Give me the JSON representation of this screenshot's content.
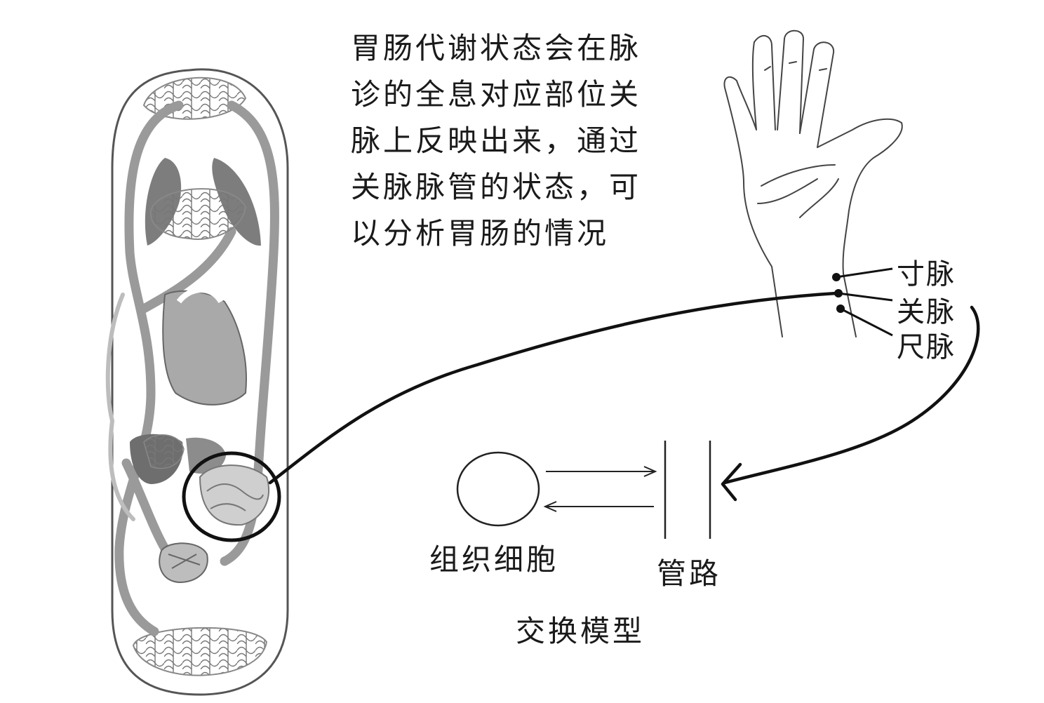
{
  "caption": {
    "lines": [
      "胃肠代谢状态会在脉",
      "诊的全息对应部位关",
      "脉上反映出来，通过",
      "关脉脉管的状态，可",
      "以分析胃肠的情况"
    ]
  },
  "pulse_points": {
    "cun": "寸脉",
    "guan": "关脉",
    "chi": "尺脉"
  },
  "exchange_model": {
    "tissue_label": "组织细胞",
    "vessel_label": "管路",
    "title": "交换模型"
  }
}
